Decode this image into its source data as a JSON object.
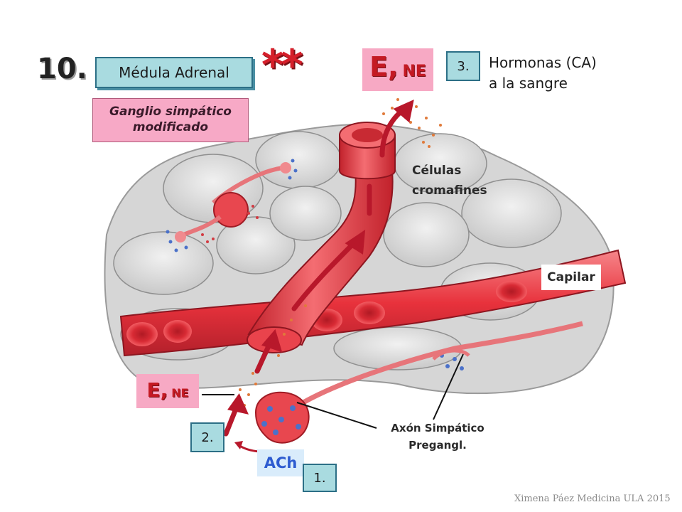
{
  "slide": {
    "number": "10.",
    "title": "Médula Adrenal",
    "stars": "**",
    "subtitle_line1": "Ganglio simpático",
    "subtitle_line2": "modificado"
  },
  "hormone_label": {
    "main": "E,",
    "sub": "NE"
  },
  "steps": {
    "one": "1.",
    "two": "2.",
    "three": "3."
  },
  "hormones_to_blood": {
    "line1": "Hormonas (CA)",
    "line2": "a la sangre"
  },
  "labels": {
    "cells_line1": "Células",
    "cells_line2": "cromafines",
    "capillary": "Capilar",
    "axon_line1": "Axón Simpático",
    "axon_line2": "Pregangl.",
    "ach": "ACh"
  },
  "credit": "Ximena Páez Medicina ULA 2015",
  "colors": {
    "blood_vessel": "#e8323c",
    "arrow": "#b8182b",
    "tissue": "#dcdcdc",
    "title_box": "#a9dbe0",
    "pink_box": "#f7a9c4",
    "ach_text": "#2d5bd0"
  }
}
